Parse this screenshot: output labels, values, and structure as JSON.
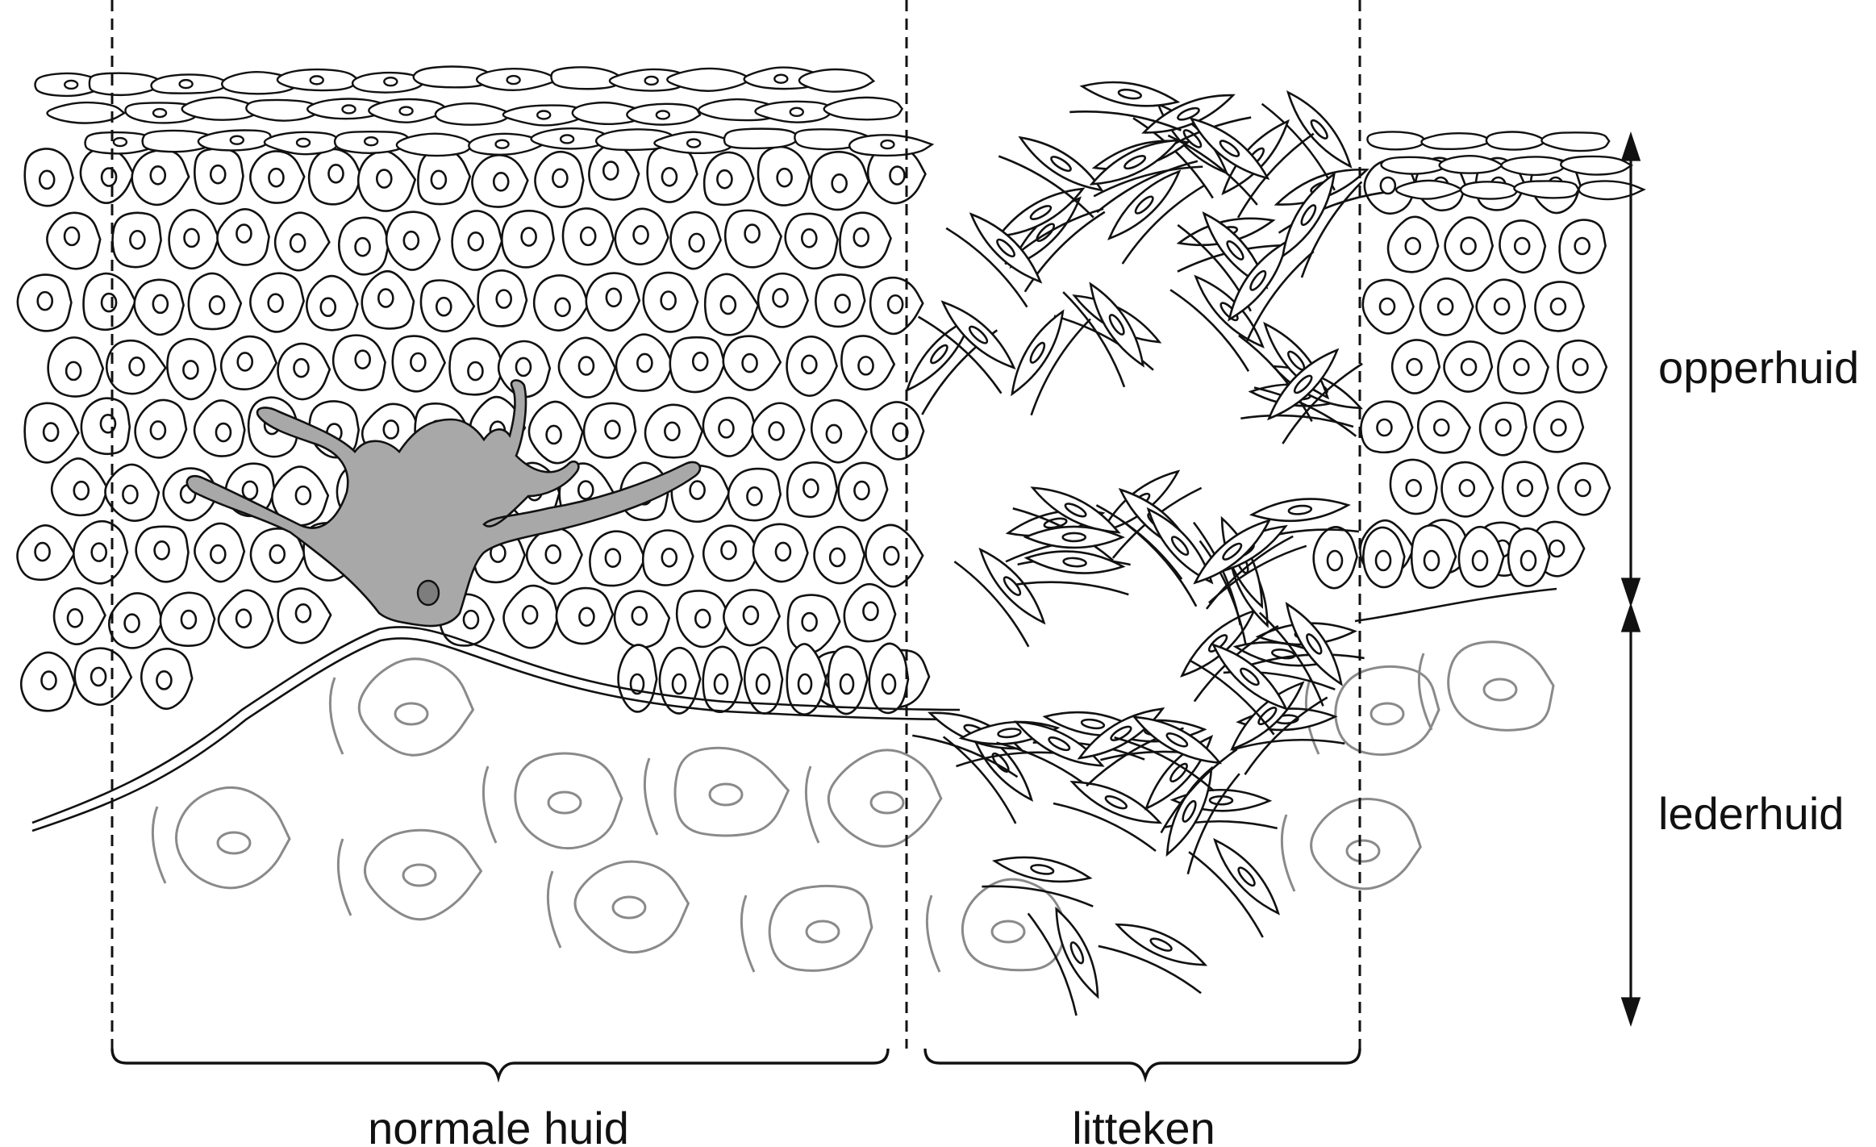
{
  "labels": {
    "epidermis": "opperhuid",
    "dermis": "lederhuid",
    "normal_skin": "normale huid",
    "scar": "litteken"
  },
  "colors": {
    "line": "#111111",
    "dermis_line": "#8a8a8a",
    "melanocyte": "#a8a8a8",
    "background": "#ffffff"
  }
}
